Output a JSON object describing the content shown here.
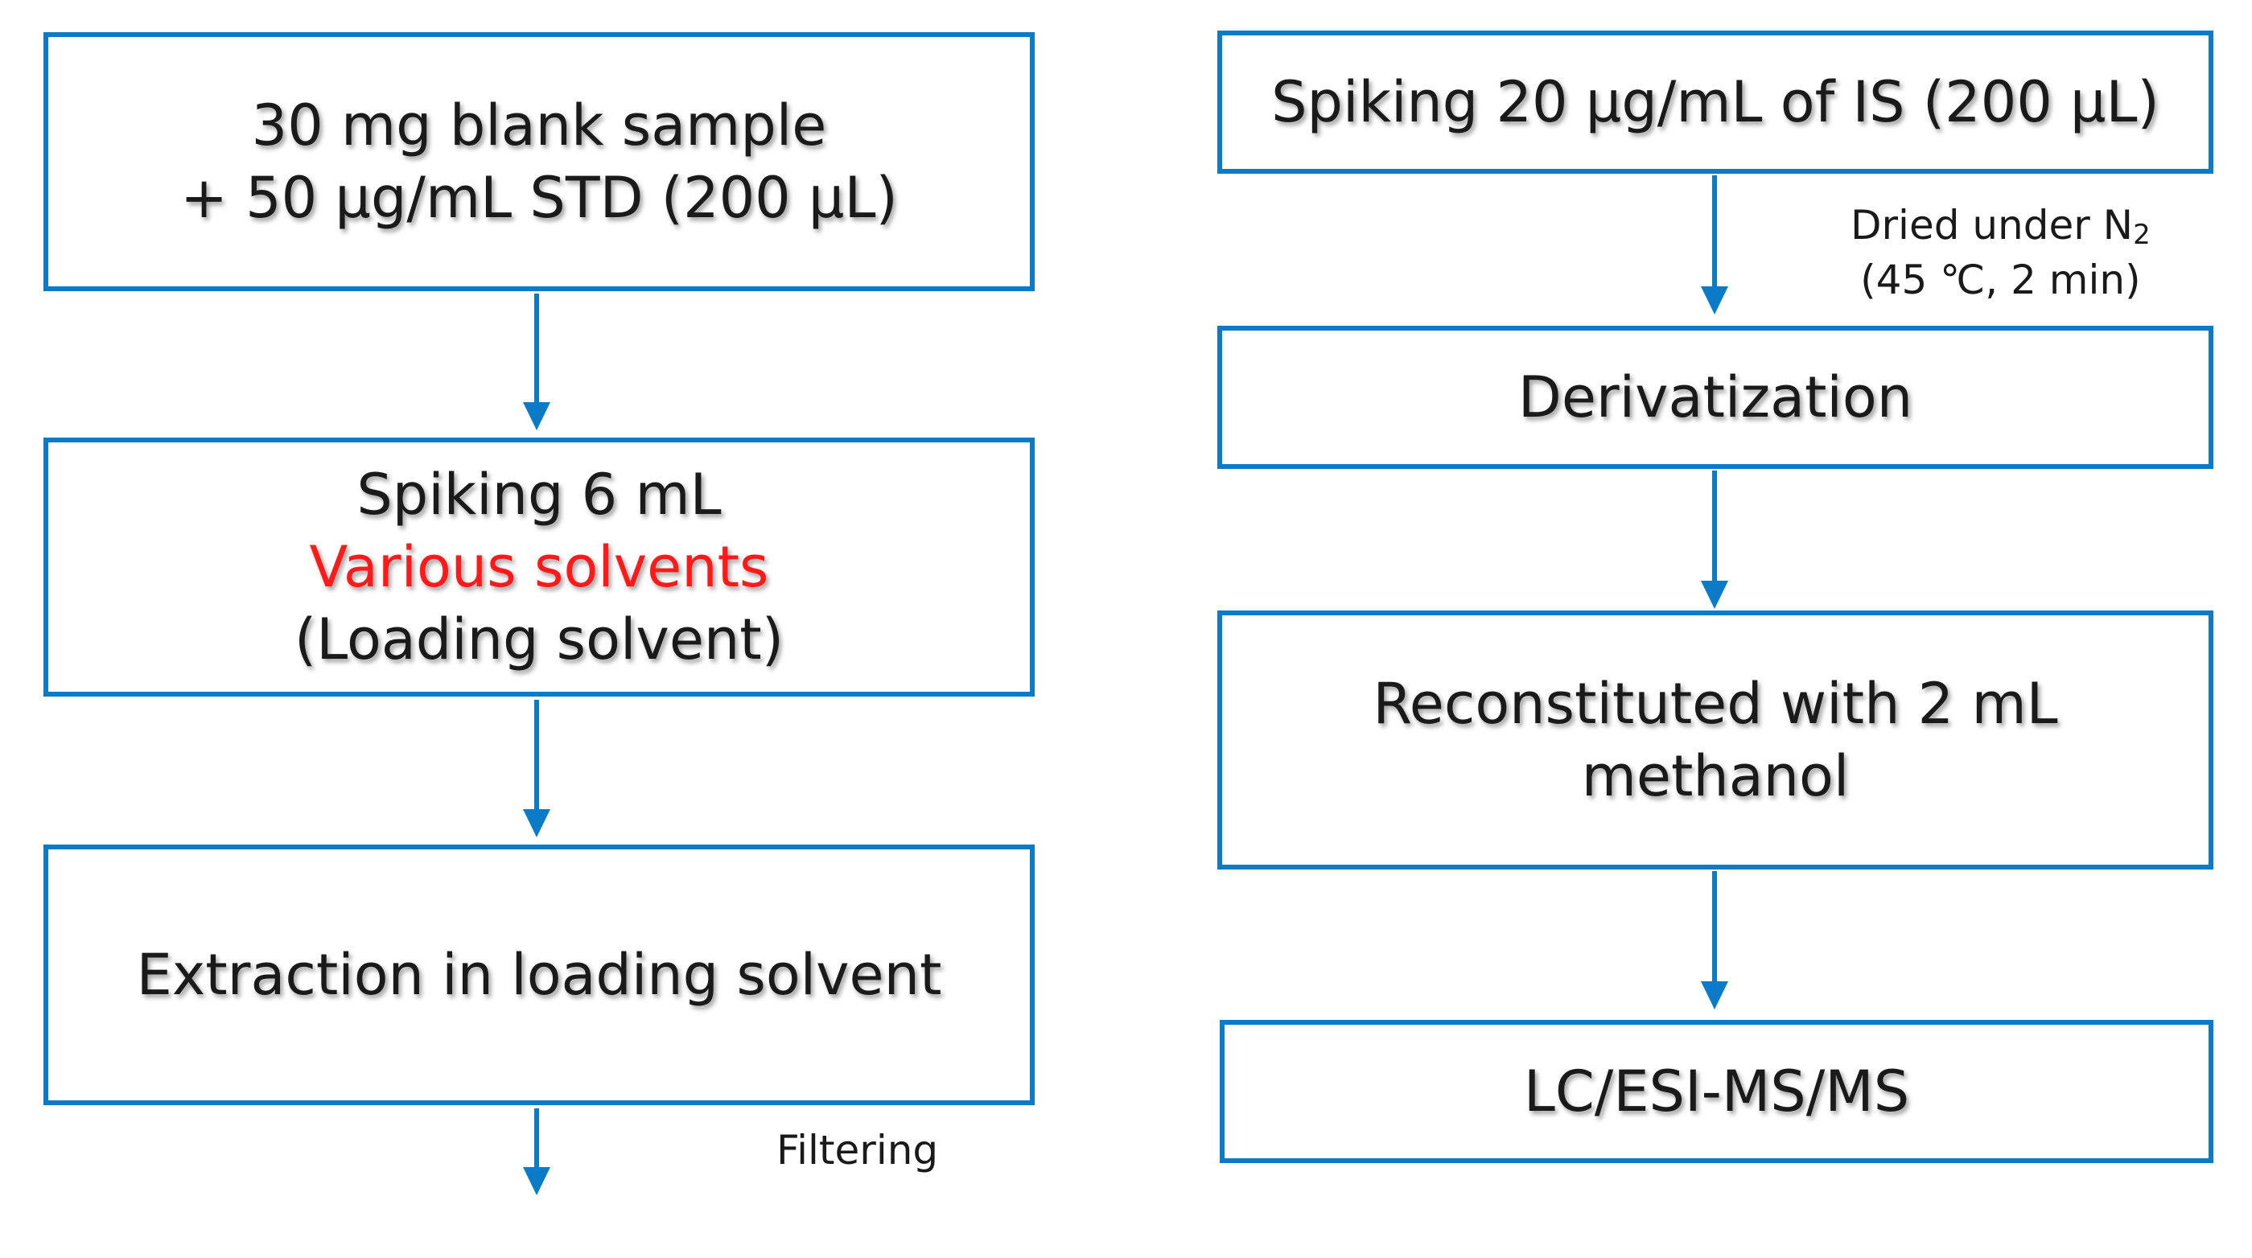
{
  "left": {
    "box1": {
      "line1": "30 mg blank sample",
      "line2": "+ 50 μg/mL STD (200 μL)"
    },
    "box2": {
      "line1": "Spiking 6 mL",
      "line2": "Various solvents",
      "line3": "(Loading solvent)"
    },
    "box3": {
      "line1": "Extraction in loading solvent"
    },
    "note_filtering": "Filtering"
  },
  "right": {
    "box1": {
      "line1": "Spiking 20 μg/mL of IS (200 μL)"
    },
    "note_dried": {
      "line1_prefix": "Dried under N",
      "line1_sub": "2",
      "line2": "(45 ℃, 2 min)"
    },
    "box2": {
      "line1": "Derivatization"
    },
    "box3": {
      "line1": "Reconstituted with 2 mL",
      "line2": "methanol"
    },
    "box4": {
      "line1": "LC/ESI-MS/MS"
    }
  },
  "colors": {
    "box_border": "#0b7bc8",
    "arrow": "#0b7bc8",
    "highlight_text": "#ff1a1a",
    "text": "#1a1a1a"
  }
}
